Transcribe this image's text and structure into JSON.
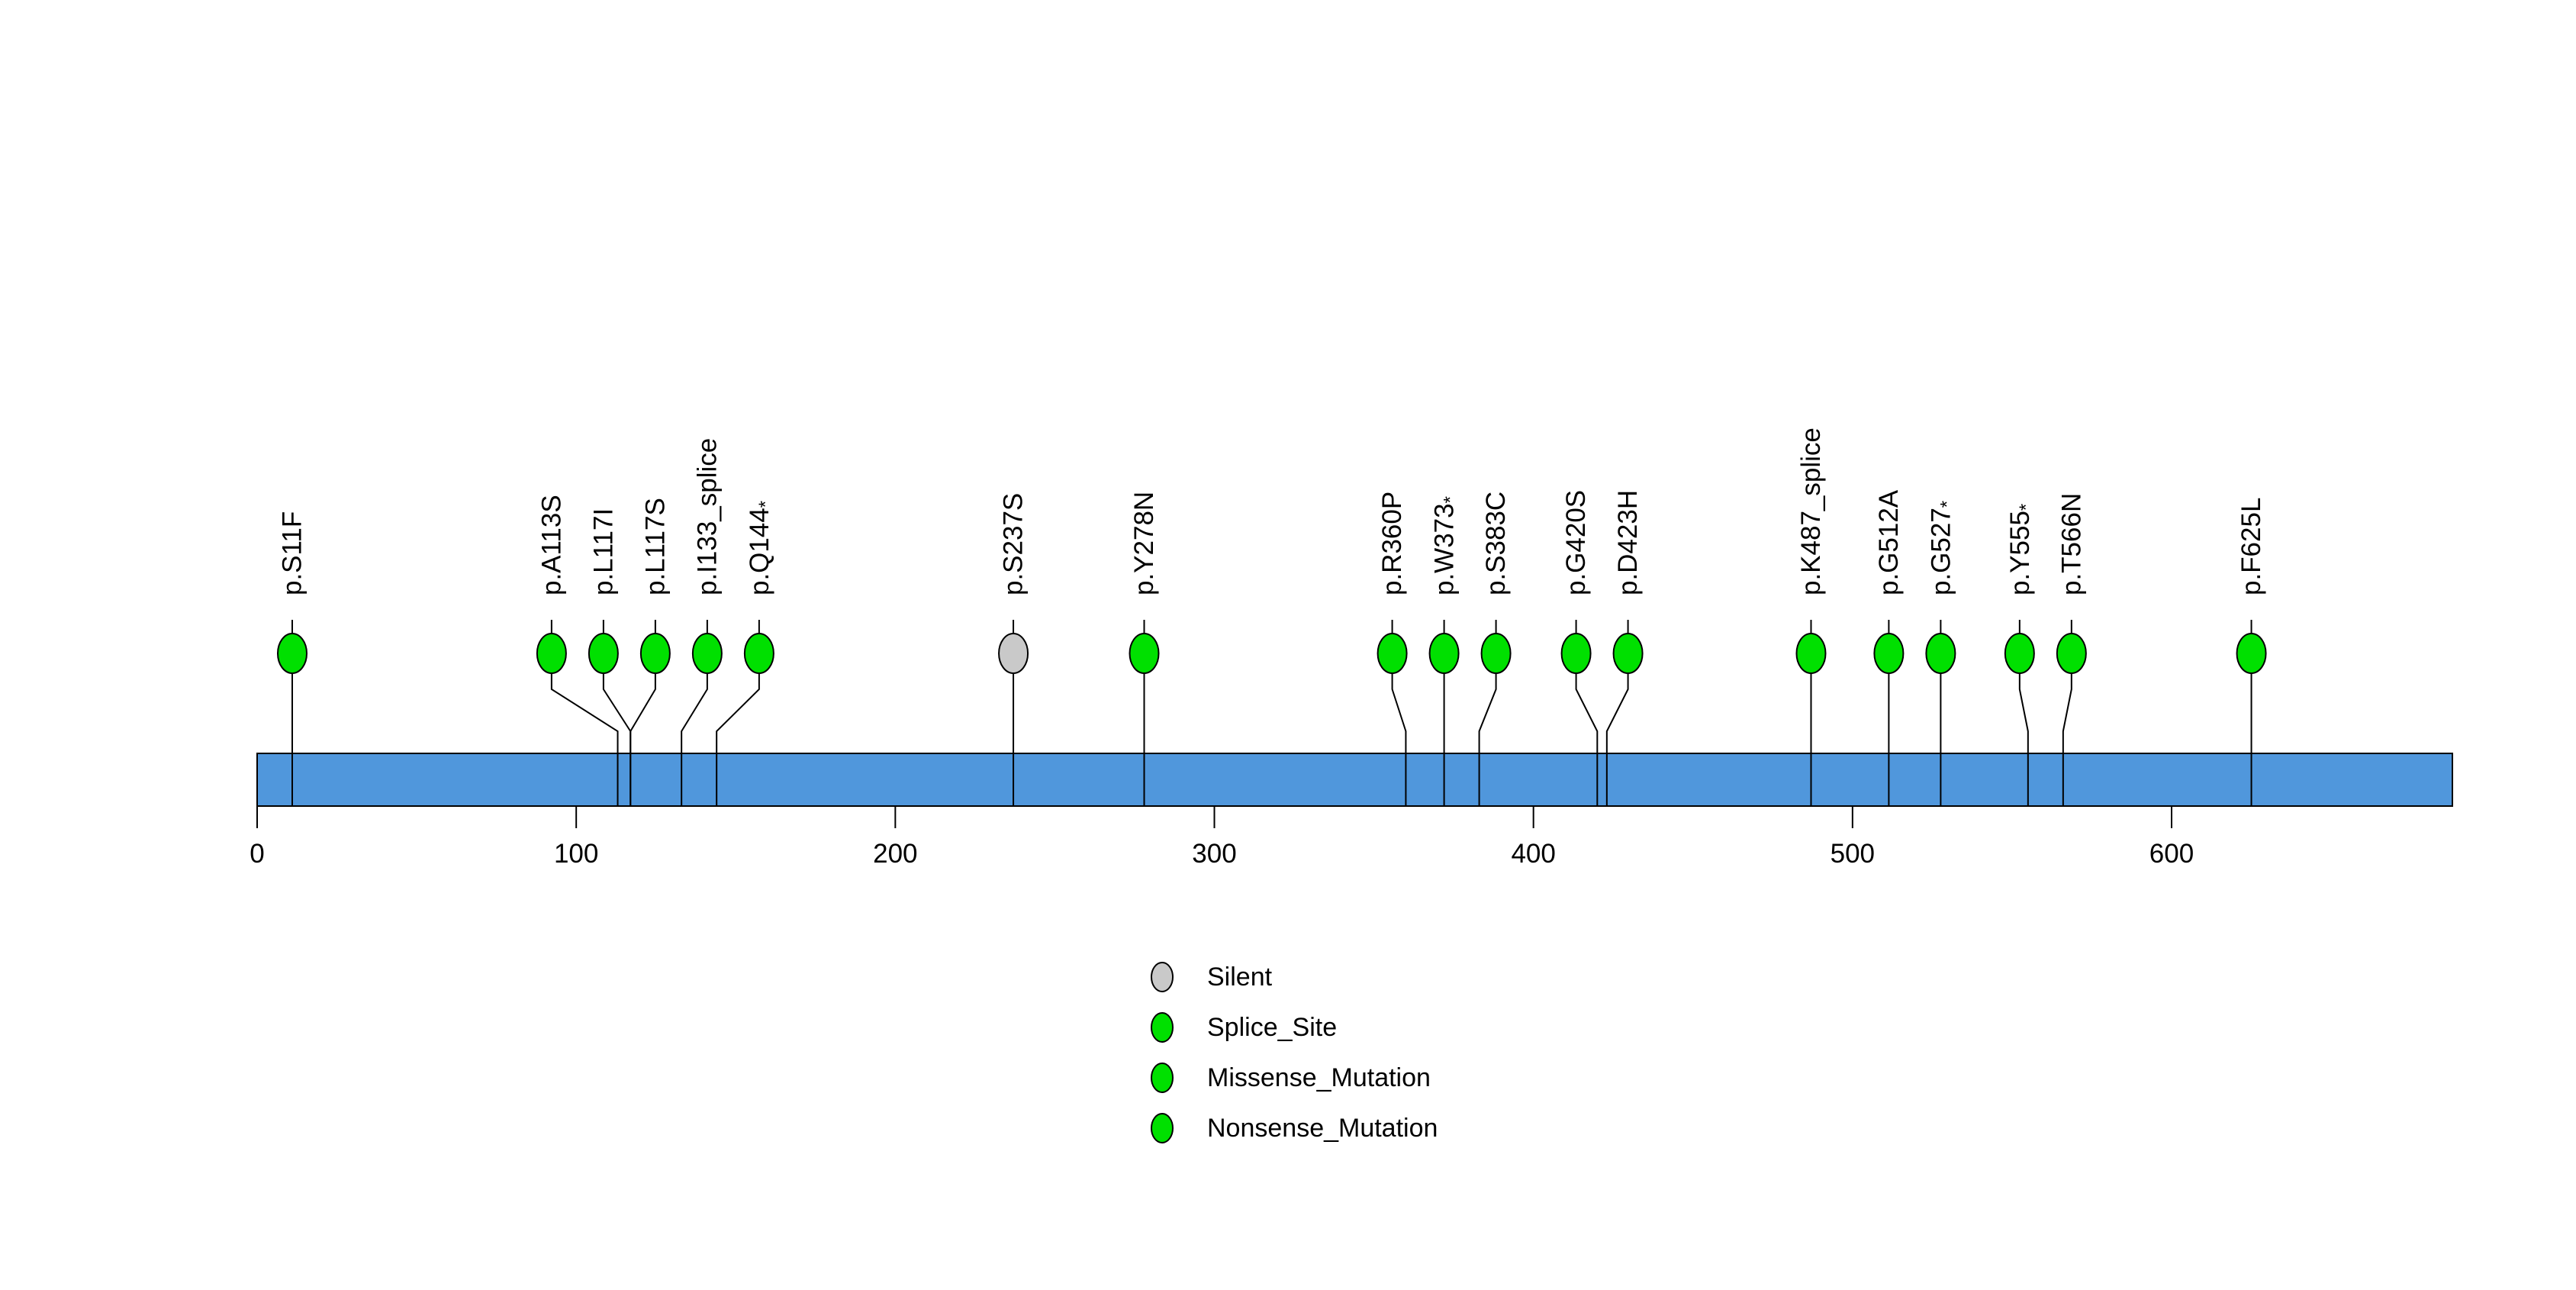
{
  "chart_data": {
    "type": "lollipop",
    "title": "",
    "protein": {
      "length_aa": 688,
      "axis_start": 0,
      "axis_end": 688
    },
    "axis_ticks": [
      {
        "value": 0,
        "label": "0"
      },
      {
        "value": 100,
        "label": "100"
      },
      {
        "value": 200,
        "label": "200"
      },
      {
        "value": 300,
        "label": "300"
      },
      {
        "value": 400,
        "label": "400"
      },
      {
        "value": 500,
        "label": "500"
      },
      {
        "value": 600,
        "label": "600"
      }
    ],
    "mutations": [
      {
        "label": "p.S11F",
        "residue": 11,
        "type": "Missense_Mutation",
        "star": false
      },
      {
        "label": "p.A113S",
        "residue": 113,
        "type": "Missense_Mutation",
        "star": false
      },
      {
        "label": "p.L117I",
        "residue": 117,
        "type": "Missense_Mutation",
        "star": false
      },
      {
        "label": "p.L117S",
        "residue": 117,
        "type": "Missense_Mutation",
        "star": false
      },
      {
        "label": "p.I133_splice",
        "residue": 133,
        "type": "Splice_Site",
        "star": false
      },
      {
        "label": "p.Q144*",
        "residue": 144,
        "type": "Nonsense_Mutation",
        "star": true
      },
      {
        "label": "p.S237S",
        "residue": 237,
        "type": "Silent",
        "star": false
      },
      {
        "label": "p.Y278N",
        "residue": 278,
        "type": "Missense_Mutation",
        "star": false
      },
      {
        "label": "p.R360P",
        "residue": 360,
        "type": "Missense_Mutation",
        "star": false
      },
      {
        "label": "p.W373*",
        "residue": 373,
        "type": "Nonsense_Mutation",
        "star": true
      },
      {
        "label": "p.S383C",
        "residue": 383,
        "type": "Missense_Mutation",
        "star": false
      },
      {
        "label": "p.G420S",
        "residue": 420,
        "type": "Missense_Mutation",
        "star": false
      },
      {
        "label": "p.D423H",
        "residue": 423,
        "type": "Missense_Mutation",
        "star": false
      },
      {
        "label": "p.K487_splice",
        "residue": 487,
        "type": "Splice_Site",
        "star": false
      },
      {
        "label": "p.G512A",
        "residue": 512,
        "type": "Missense_Mutation",
        "star": false
      },
      {
        "label": "p.G527*",
        "residue": 527,
        "type": "Nonsense_Mutation",
        "star": true
      },
      {
        "label": "p.Y555*",
        "residue": 555,
        "type": "Nonsense_Mutation",
        "star": true
      },
      {
        "label": "p.T566N",
        "residue": 566,
        "type": "Missense_Mutation",
        "star": false
      },
      {
        "label": "p.F625L",
        "residue": 625,
        "type": "Missense_Mutation",
        "star": false
      }
    ],
    "legend": [
      {
        "label": "Silent",
        "color": "#C9C9C9"
      },
      {
        "label": "Splice_Site",
        "color": "#00E000"
      },
      {
        "label": "Missense_Mutation",
        "color": "#00E000"
      },
      {
        "label": "Nonsense_Mutation",
        "color": "#00E000"
      }
    ],
    "colors": {
      "backbone": "#5097DC",
      "outline": "#000000",
      "types": {
        "Silent": "#C9C9C9",
        "Splice_Site": "#00E000",
        "Missense_Mutation": "#00E000",
        "Nonsense_Mutation": "#00E000"
      }
    },
    "legend_position": "bottom-center",
    "grid": false
  }
}
